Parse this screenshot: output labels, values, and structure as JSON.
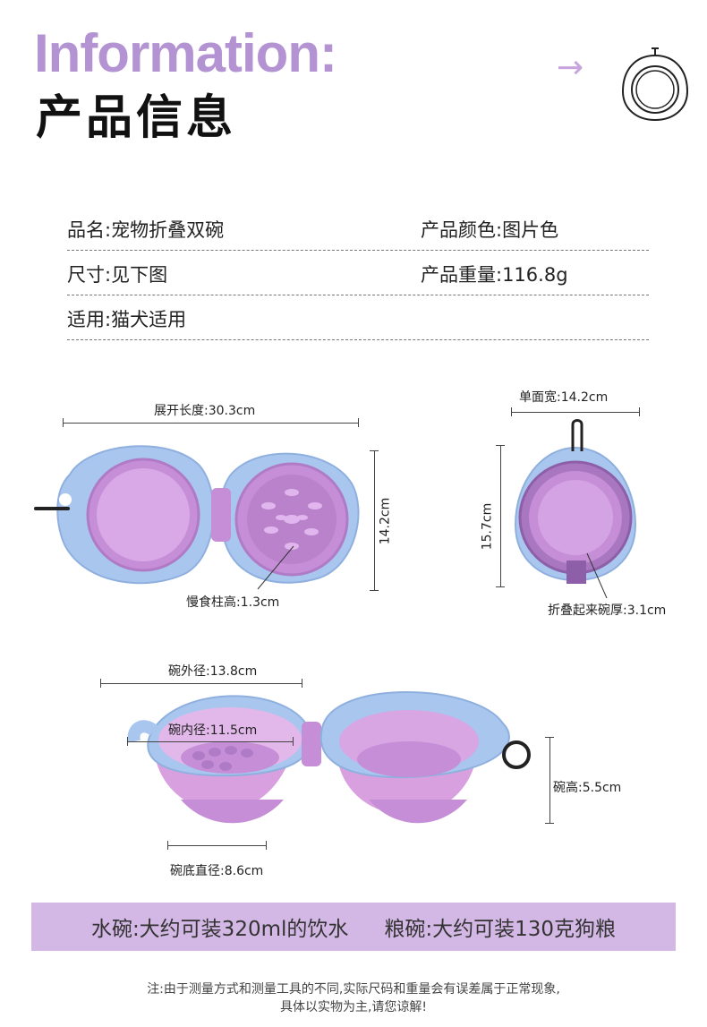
{
  "header": {
    "title_en": "Information:",
    "title_cn": "产品信息",
    "arrow": "→"
  },
  "specs": {
    "name": "品名:宠物折叠双碗",
    "color": "产品颜色:图片色",
    "size": "尺寸:见下图",
    "weight": "产品重量:116.8g",
    "usage": "适用:猫犬适用"
  },
  "dimensions": {
    "unfold_length": "展开长度:30.3cm",
    "height_side": "14.2cm",
    "slow_feed_height": "慢食柱高:1.3cm",
    "single_width": "单面宽:14.2cm",
    "single_height": "15.7cm",
    "folded_thickness": "折叠起来碗厚:3.1cm",
    "outer_diameter": "碗外径:13.8cm",
    "inner_diameter": "碗内径:11.5cm",
    "bowl_height": "碗高:5.5cm",
    "bottom_diameter": "碗底直径:8.6cm"
  },
  "banner": {
    "water": "水碗:大约可装320ml的饮水",
    "food": "粮碗:大约可装130克狗粮"
  },
  "note": {
    "line1": "注:由于测量方式和测量工具的不同,实际尺码和重量会有误差属于正常现象,",
    "line2": "具体以实物为主,请您谅解!"
  },
  "colors": {
    "accent": "#b493d3",
    "bowl_blue": "#a9c6ef",
    "bowl_purple": "#c58ed6",
    "banner": "#d3b7e4"
  }
}
